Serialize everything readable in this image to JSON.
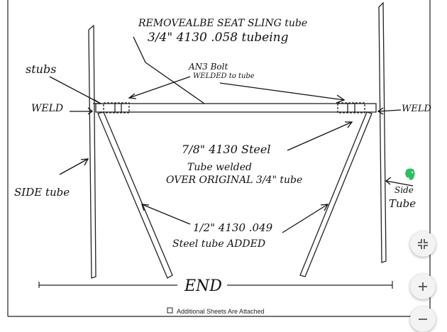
{
  "diagram": {
    "labels": {
      "seat_tube_1": "REMOVEALBE SEAT SLING tube",
      "seat_tube_2": "3/4\" 4130 .058 tubeing",
      "stubs": "stubs",
      "weld_left": "WELD",
      "weld_right": "WELD",
      "bolt_1": "AN3 Bolt",
      "bolt_2": "WELDED to tube",
      "steel_1": "7/8\" 4130 Steel",
      "steel_2": "Tube welded",
      "steel_3": "OVER ORIGINAL 3/4\" tube",
      "side_tube_left": "SIDE tube",
      "side_tube_right_1": "Side",
      "side_tube_right_2": "Tube",
      "added_1": "1/2\" 4130 .049",
      "added_2": "Steel tube ADDED",
      "end": "END",
      "checkbox_text": "Additional Sheets Are Attached"
    }
  },
  "colors": {
    "ink": "#111111",
    "logo": "#2dbe60",
    "fab": "#f3f3f3"
  },
  "icons": {
    "logo": "evernote-elephant-icon",
    "fit": "exit-fullscreen-icon",
    "zoom_in": "zoom-in-plus-icon",
    "zoom_out": "zoom-out-minus-icon"
  }
}
